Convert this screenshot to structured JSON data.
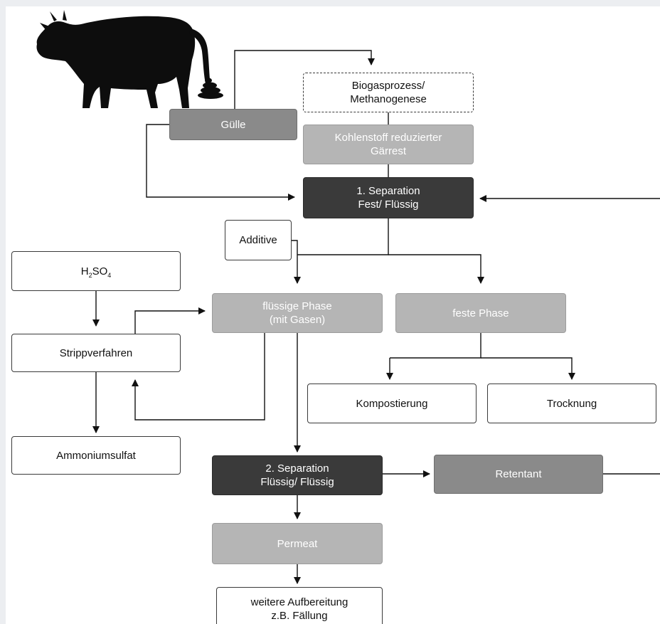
{
  "nodes": {
    "guelle": "Gülle",
    "biogas": [
      "Biogasprozess/",
      "Methanogenese"
    ],
    "kohlenstoff": [
      "Kohlenstoff reduzierter",
      "Gärrest"
    ],
    "separation1": [
      "1. Separation",
      "Fest/ Flüssig"
    ],
    "additive": "Additive",
    "h2so4": {
      "h": "H",
      "sub": "2",
      "mid": "SO",
      "sup": "4"
    },
    "strippverfahren": "Strippverfahren",
    "fluessige_phase": [
      "flüssige Phase",
      "(mit Gasen)"
    ],
    "feste_phase": "feste Phase",
    "kompostierung": "Kompostierung",
    "trocknung": "Trocknung",
    "ammoniumsulfat": "Ammoniumsulfat",
    "separation2": [
      "2. Separation",
      "Flüssig/ Flüssig"
    ],
    "retentant": "Retentant",
    "permeat": "Permeat",
    "aufbereitung": [
      "weitere Aufbereitung",
      "z.B. Fällung"
    ]
  },
  "colors": {
    "dark": "#3a3a3a",
    "mid": "#8a8a8a",
    "light": "#b5b5b5",
    "line": "#111111"
  },
  "icons": [
    "cow-icon",
    "manure-pile-icon"
  ]
}
